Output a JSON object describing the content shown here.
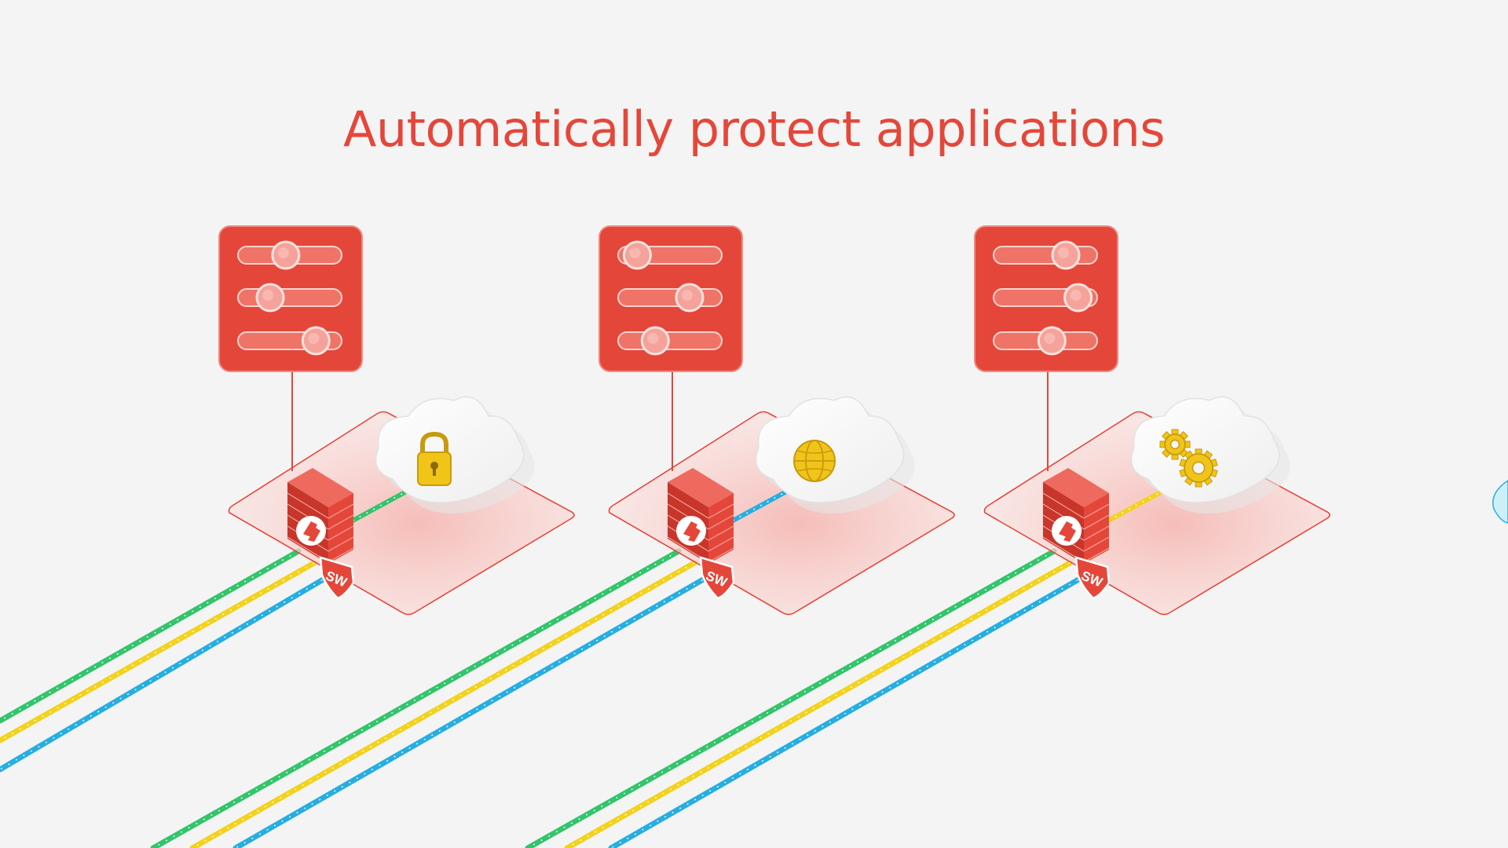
{
  "title": "Automatically protect applications",
  "colors": {
    "accent": "#e4473a",
    "background": "#f4f4f4",
    "lane_green": "#33c46c",
    "lane_yellow": "#f2d21c",
    "lane_blue": "#27aee0",
    "icon_gold": "#f0c419"
  },
  "stations": [
    {
      "slider_levels": [
        0.45,
        0.26,
        0.82
      ],
      "cloud_icon": "lock-icon",
      "firewall_badge": "SW",
      "active_lane": "green"
    },
    {
      "slider_levels": [
        0.1,
        0.74,
        0.32
      ],
      "cloud_icon": "globe-icon",
      "firewall_badge": "SW",
      "active_lane": "blue"
    },
    {
      "slider_levels": [
        0.75,
        0.9,
        0.58
      ],
      "cloud_icon": "gears-icon",
      "firewall_badge": "SW",
      "active_lane": "yellow"
    }
  ]
}
